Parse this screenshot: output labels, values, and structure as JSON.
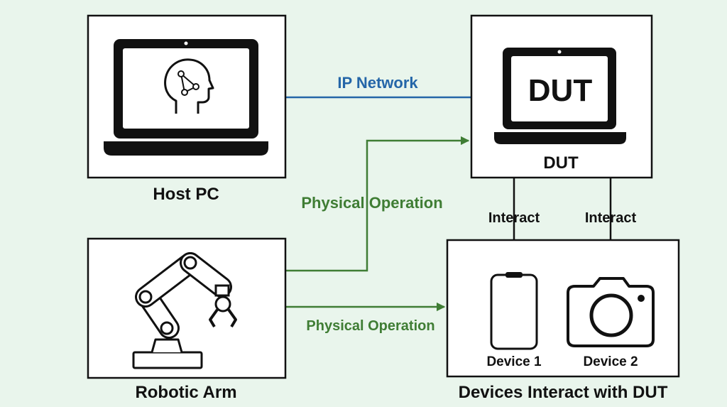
{
  "colors": {
    "background": "#e9f5ec",
    "network_link": "#2566a8",
    "physical_link": "#3f7d34",
    "outline": "#111111"
  },
  "nodes": {
    "host_pc": {
      "label": "Host PC",
      "icon": "laptop-with-ai-head-icon"
    },
    "dut": {
      "label": "DUT",
      "screen_text": "DUT",
      "icon": "laptop-icon"
    },
    "robotic_arm": {
      "label": "Robotic Arm",
      "icon": "robotic-arm-icon"
    },
    "devices": {
      "label": "Devices Interact with DUT",
      "device_1": {
        "label": "Device 1",
        "icon": "smartphone-icon"
      },
      "device_2": {
        "label": "Device 2",
        "icon": "camera-icon"
      }
    }
  },
  "edges": {
    "ip_network": "IP Network",
    "physical_operation_to_dut": "Physical Operation",
    "physical_operation_to_devices": "Physical Operation",
    "interact_1": "Interact",
    "interact_2": "Interact"
  }
}
